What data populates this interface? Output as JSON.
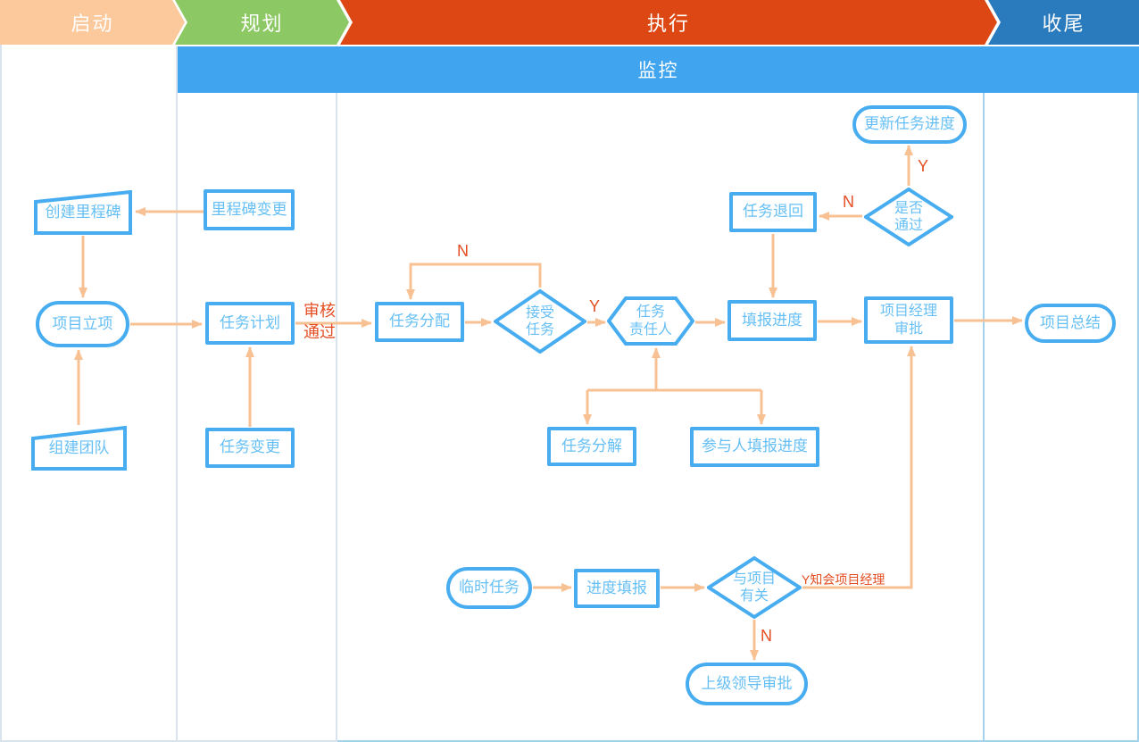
{
  "phases": {
    "initiation": "启动",
    "planning": "规划",
    "execution": "执行",
    "closing": "收尾"
  },
  "monitor": {
    "label": "监控"
  },
  "nodes": {
    "create_milestone": "创建里程碑",
    "milestone_change": "里程碑变更",
    "project_initiation": "项目立项",
    "build_team": "组建团队",
    "task_plan": "任务计划",
    "task_change": "任务变更",
    "task_assign": "任务分配",
    "accept_task": "接受\n任务",
    "task_owner": "任务\n责任人",
    "report_progress": "填报进度",
    "task_return": "任务退回",
    "pass_check": "是否\n通过",
    "update_task_progress": "更新任务进度",
    "pm_approval": "项目经理\n审批",
    "project_summary": "项目总结",
    "task_decompose": "任务分解",
    "participant_report": "参与人填报进度",
    "temp_task": "临时任务",
    "progress_report": "进度填报",
    "related_check": "与项目\n有关",
    "leader_approval": "上级领导审批"
  },
  "edge_labels": {
    "review_pass": "审核\n通过",
    "n_accept": "N",
    "y_accept": "Y",
    "n_pass": "N",
    "y_pass": "Y",
    "y_related": "Y知会项目经理",
    "n_related": "N"
  },
  "theme": {
    "phase-initiation": "#FBC99C",
    "phase-planning": "#8CC863",
    "phase-execution": "#DC4713",
    "phase-closing": "#2A7BBE",
    "monitor-bar": "#41A4EF",
    "node-border": "#47ADF0",
    "node-text": "#66BFF4",
    "arrow": "#F8C193",
    "label-red": "#E44D22",
    "divider-gray": "#D9E3ED",
    "divider-blue": "#A3D3EC"
  }
}
